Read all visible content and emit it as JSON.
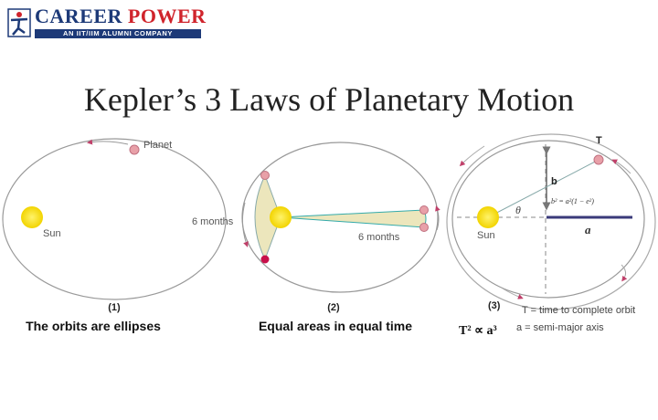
{
  "logo": {
    "brand_part1": "CAREER",
    "brand_part2": "POWER",
    "tagline": "AN IIT/IIM ALUMNI COMPANY"
  },
  "title": "Kepler’s 3 Laws of Planetary Motion",
  "law1": {
    "planet_label": "Planet",
    "sun_label": "Sun",
    "number": "(1)",
    "caption": "The orbits are ellipses"
  },
  "law2": {
    "left_label": "6 months",
    "right_label": "6 months",
    "number": "(2)",
    "caption": "Equal areas in equal time"
  },
  "law3": {
    "planet_label": "T",
    "sun_label": "Sun",
    "theta": "θ",
    "b_label": "b",
    "formula_b": "b² = a²(1 − e²)",
    "a_label": "a",
    "number": "(3)",
    "formula": "T² ∝ a³",
    "legend_T": "T = time to complete orbit",
    "legend_a": "a = semi-major axis"
  },
  "colors": {
    "sun": "#f5d90a",
    "planet": "#e8a0a8",
    "area": "#e8e0b0",
    "arrow": "#c0406a",
    "navy": "#1d3a78",
    "red": "#d0242c"
  }
}
